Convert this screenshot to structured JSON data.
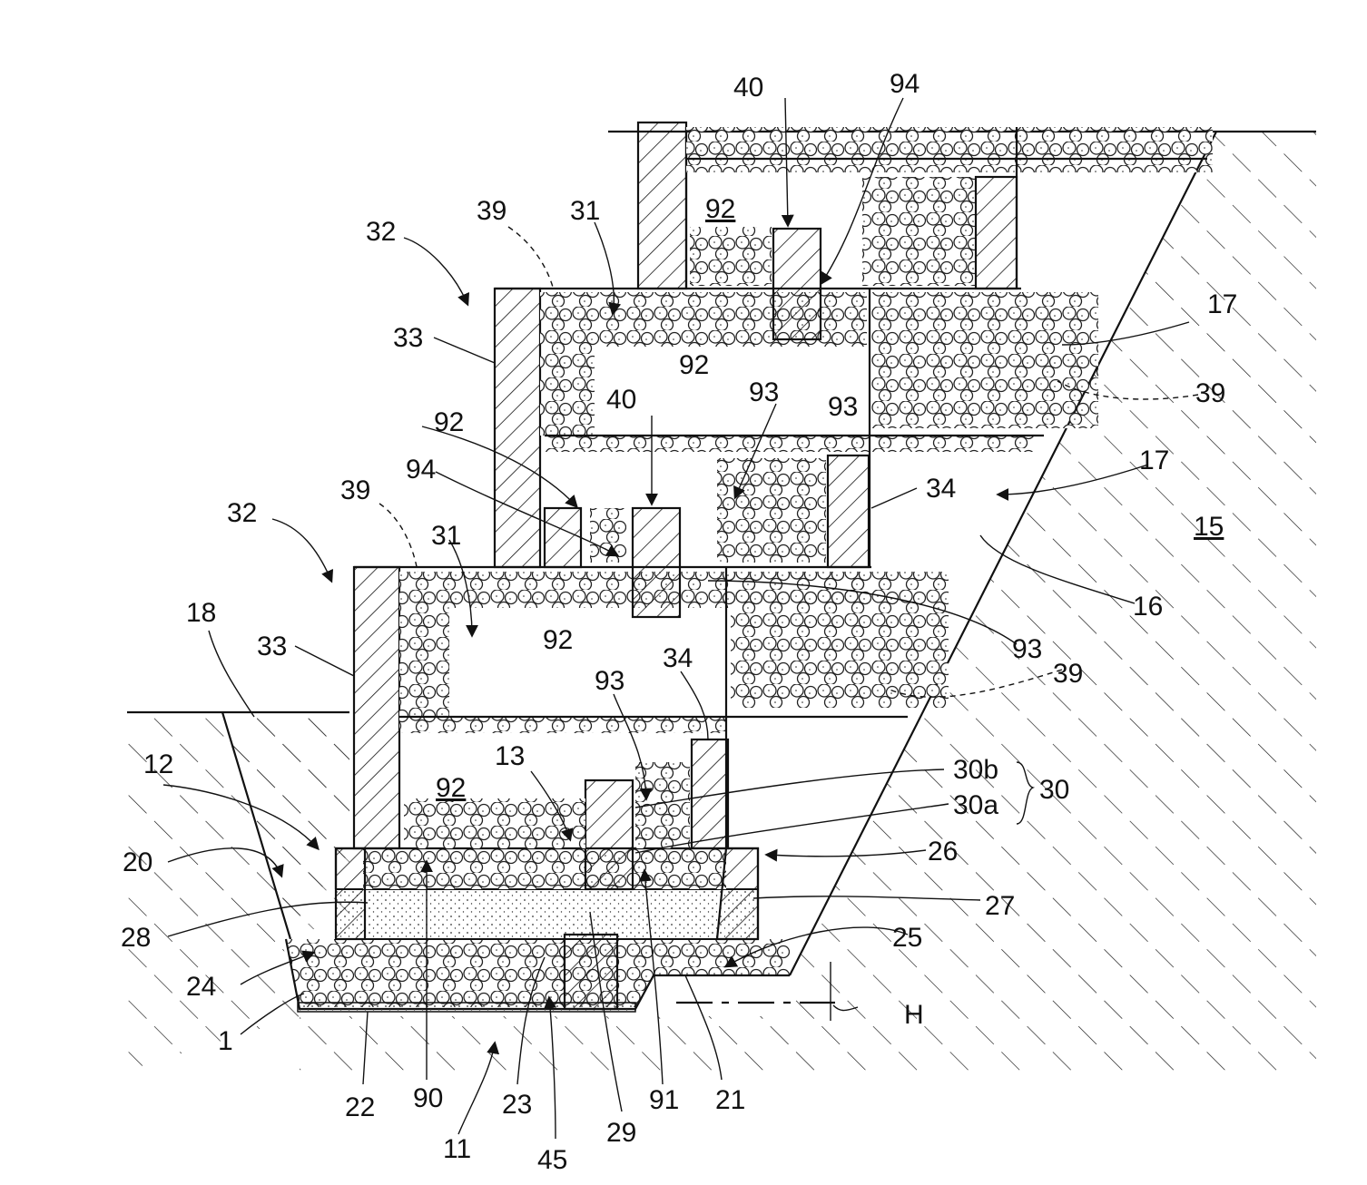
{
  "labels": {
    "l40a": "40",
    "l94a": "94",
    "l32a": "32",
    "l39a": "39",
    "l31a": "31",
    "l92a": "92",
    "l33a": "33",
    "l17a": "17",
    "l92b": "92",
    "l93a": "93",
    "l93b": "93",
    "l39b": "39",
    "l40b": "40",
    "l92c": "92",
    "l94b": "94",
    "l17b": "17",
    "l34a": "34",
    "l15": "15",
    "l32b": "32",
    "l39c": "39",
    "l31b": "31",
    "l16": "16",
    "l18": "18",
    "l33b": "33",
    "l92d": "92",
    "l93c": "93",
    "l34b": "34",
    "l93d": "93",
    "l39d": "39",
    "l12": "12",
    "l13": "13",
    "l92e": "92",
    "l30b": "30b",
    "l30": "30",
    "l30a": "30a",
    "l20": "20",
    "l26": "26",
    "l27": "27",
    "l28": "28",
    "l25": "25",
    "l24": "24",
    "lH": "H",
    "l1": "1",
    "l22": "22",
    "l90": "90",
    "l23": "23",
    "l29": "29",
    "l91": "91",
    "l21": "21",
    "l11": "11",
    "l45": "45"
  }
}
